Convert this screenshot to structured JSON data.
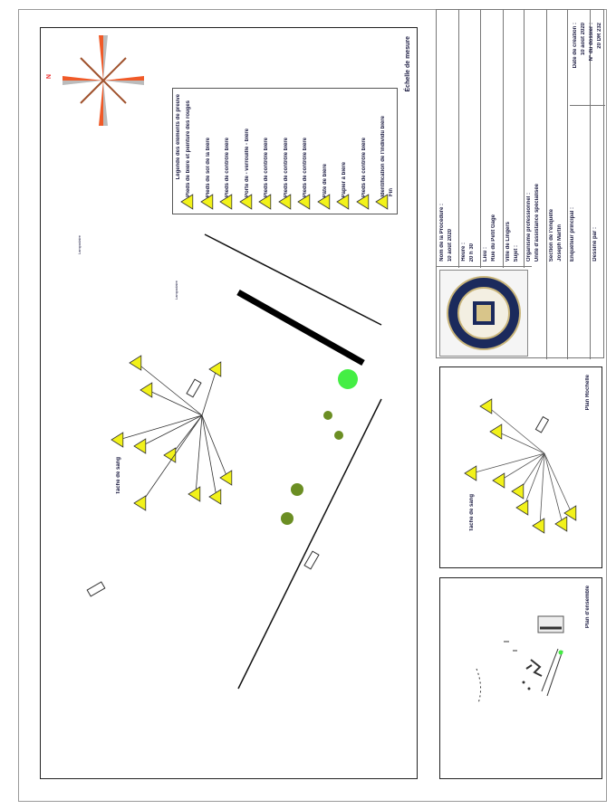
{
  "main": {
    "north_label": "N",
    "scale_label": "Échelle de mesure",
    "legend": {
      "title": "Légende des éléments de preuve",
      "items": [
        "Pieds de bière et peinture des rouges",
        "Pieds de sol de la bière",
        "Pieds de contrôle bière",
        "Porte de - verrouille - bière",
        "Pieds de contrôle bière",
        "Pieds de contrôle bière",
        "Pieds de contrôle bière",
        "Pâte de bière",
        "Papier à bière",
        "Pieds de contrôle bière",
        "Identification de l'individu bière"
      ],
      "end_label": "Fin"
    },
    "lamp_labels": [
      "Lampadaire",
      "Lampadaire"
    ],
    "blood_label": "Tache de sang",
    "colors": {
      "evidence": "#f2f21a",
      "tree": "#6b8e23",
      "highlight": "#44ee44",
      "compass": "#f05a28"
    }
  },
  "title_block": {
    "fields": [
      {
        "label": "Nom de la Procédure :",
        "value": "10 août 2020"
      },
      {
        "label": "Heure :",
        "value": "20 h 30"
      },
      {
        "label": "Lieu :",
        "value": "Rue du Petit Gage"
      },
      {
        "label": "Ville de Lingers",
        "value": "Sujet :"
      },
      {
        "label": "Organisme professionnel :",
        "value": "Unité d'assistance spécialisée"
      },
      {
        "label": "Section de l'enquête",
        "value": "Joseph Martin"
      },
      {
        "label": "Enquêteur principal :",
        "value": ""
      },
      {
        "label": "Dessiné par :",
        "value": ""
      }
    ],
    "date_label": "Date de création :",
    "date_value": "10 août 2020",
    "file_label": "N° du dossier :",
    "file_value": "20 DR 232"
  },
  "panels": {
    "detail_title": "Plan Rochelle",
    "detail_blood_label": "Tache de sang",
    "overview_title": "Plan d'ensemble"
  }
}
